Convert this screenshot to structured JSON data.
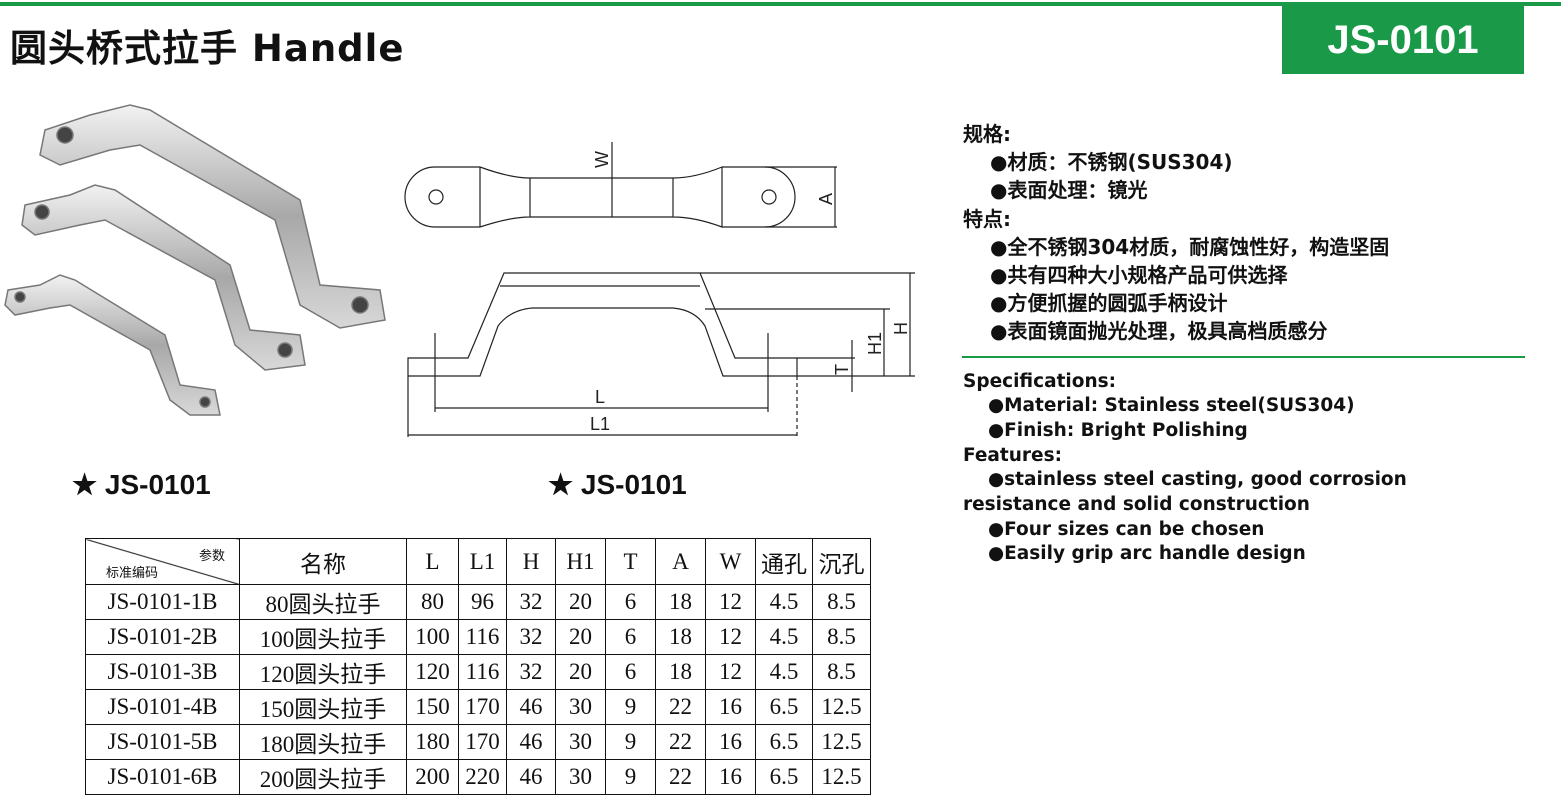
{
  "header": {
    "title": "圆头桥式拉手 Handle",
    "code": "JS-0101"
  },
  "drawing": {
    "labels": {
      "W": "W",
      "A": "A",
      "L": "L",
      "L1": "L1",
      "H": "H",
      "H1": "H1",
      "T": "T"
    }
  },
  "captions": [
    "★ JS-0101",
    "★ JS-0101"
  ],
  "table": {
    "diag_top": "参数",
    "diag_bottom": "标准编码",
    "columns": [
      "名称",
      "L",
      "L1",
      "H",
      "H1",
      "T",
      "A",
      "W",
      "通孔",
      "沉孔"
    ],
    "rows": [
      [
        "JS-0101-1B",
        "80圆头拉手",
        "80",
        "96",
        "32",
        "20",
        "6",
        "18",
        "12",
        "4.5",
        "8.5"
      ],
      [
        "JS-0101-2B",
        "100圆头拉手",
        "100",
        "116",
        "32",
        "20",
        "6",
        "18",
        "12",
        "4.5",
        "8.5"
      ],
      [
        "JS-0101-3B",
        "120圆头拉手",
        "120",
        "116",
        "32",
        "20",
        "6",
        "18",
        "12",
        "4.5",
        "8.5"
      ],
      [
        "JS-0101-4B",
        "150圆头拉手",
        "150",
        "170",
        "46",
        "30",
        "9",
        "22",
        "16",
        "6.5",
        "12.5"
      ],
      [
        "JS-0101-5B",
        "180圆头拉手",
        "180",
        "170",
        "46",
        "30",
        "9",
        "22",
        "16",
        "6.5",
        "12.5"
      ],
      [
        "JS-0101-6B",
        "200圆头拉手",
        "200",
        "220",
        "46",
        "30",
        "9",
        "22",
        "16",
        "6.5",
        "12.5"
      ]
    ]
  },
  "spec_cn": {
    "h1": "规格:",
    "s1": "●材质：不锈钢(SUS304)",
    "s2": "●表面处理：镜光",
    "h2": "特点:",
    "f1": "●全不锈钢304材质，耐腐蚀性好，构造坚固",
    "f2": "●共有四种大小规格产品可供选择",
    "f3": "●方便抓握的圆弧手柄设计",
    "f4": "●表面镜面抛光处理，极具高档质感分"
  },
  "spec_en": {
    "h1": "Specifications:",
    "s1": "●Material: Stainless steel(SUS304)",
    "s2": "●Finish: Bright Polishing",
    "h2": "Features:",
    "f1": "●stainless steel casting, good corrosion",
    "f1b": "resistance and solid construction",
    "f2": "●Four sizes can be chosen",
    "f3": "●Easily grip arc handle design"
  }
}
